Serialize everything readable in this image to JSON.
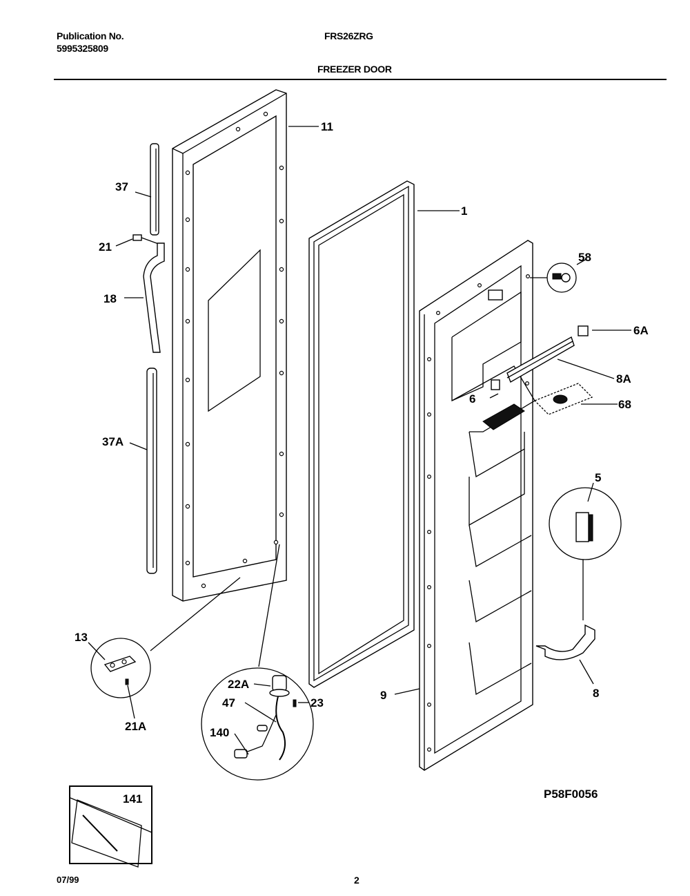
{
  "header": {
    "publication_label": "Publication No.",
    "publication_number": "5995325809",
    "model": "FRS26ZRG",
    "section_title": "FREEZER DOOR"
  },
  "figure_code": "P58F0056",
  "footer": {
    "date": "07/99",
    "page": "2"
  },
  "callouts": {
    "p11": "11",
    "p1": "1",
    "p37": "37",
    "p21": "21",
    "p18": "18",
    "p37A": "37A",
    "p58": "58",
    "p6A": "6A",
    "p8A": "8A",
    "p6": "6",
    "p68": "68",
    "p5": "5",
    "p8": "8",
    "p9": "9",
    "p13": "13",
    "p21A": "21A",
    "p22A": "22A",
    "p47": "47",
    "p23": "23",
    "p140": "140",
    "p141": "141"
  }
}
